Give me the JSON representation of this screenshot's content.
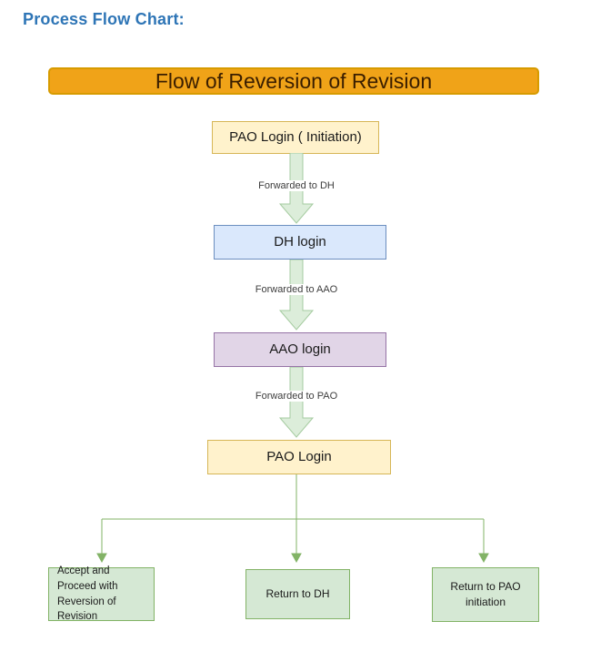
{
  "page": {
    "title": "Process Flow Chart:"
  },
  "banner": {
    "label": "Flow of Reversion of Revision"
  },
  "flow": {
    "nodes": [
      {
        "id": "pao-login-initiation",
        "label": "PAO Login ( Initiation)",
        "color": "yellow"
      },
      {
        "id": "dh-login",
        "label": "DH login",
        "color": "blue"
      },
      {
        "id": "aao-login",
        "label": "AAO login",
        "color": "purple"
      },
      {
        "id": "pao-login",
        "label": "PAO Login",
        "color": "yellow"
      }
    ],
    "edges": [
      {
        "label": "Forwarded to DH"
      },
      {
        "label": "Forwarded to AAO"
      },
      {
        "label": "Forwarded to PAO"
      }
    ],
    "outcomes": [
      {
        "label": "Accept and Proceed with Reversion of Revision"
      },
      {
        "label": "Return to DH"
      },
      {
        "label": "Return to PAO initiation"
      }
    ]
  },
  "colors": {
    "title_blue": "#2E75B6",
    "banner_fill": "#F0A318",
    "banner_border": "#D79B00",
    "banner_text": "#3A1E00",
    "yellow_fill": "#FFF2CC",
    "yellow_border": "#D6B656",
    "blue_fill": "#DAE8FC",
    "blue_border": "#6C8EBF",
    "purple_fill": "#E1D5E7",
    "purple_border": "#9673A6",
    "green_fill": "#D5E8D4",
    "green_border": "#82B366",
    "arrow_fill": "#DCEDDA",
    "arrow_stroke": "#A5CBA0",
    "line_green": "#82B366",
    "text_dark": "#1A1A1A",
    "label_text": "#3D3D3D"
  }
}
